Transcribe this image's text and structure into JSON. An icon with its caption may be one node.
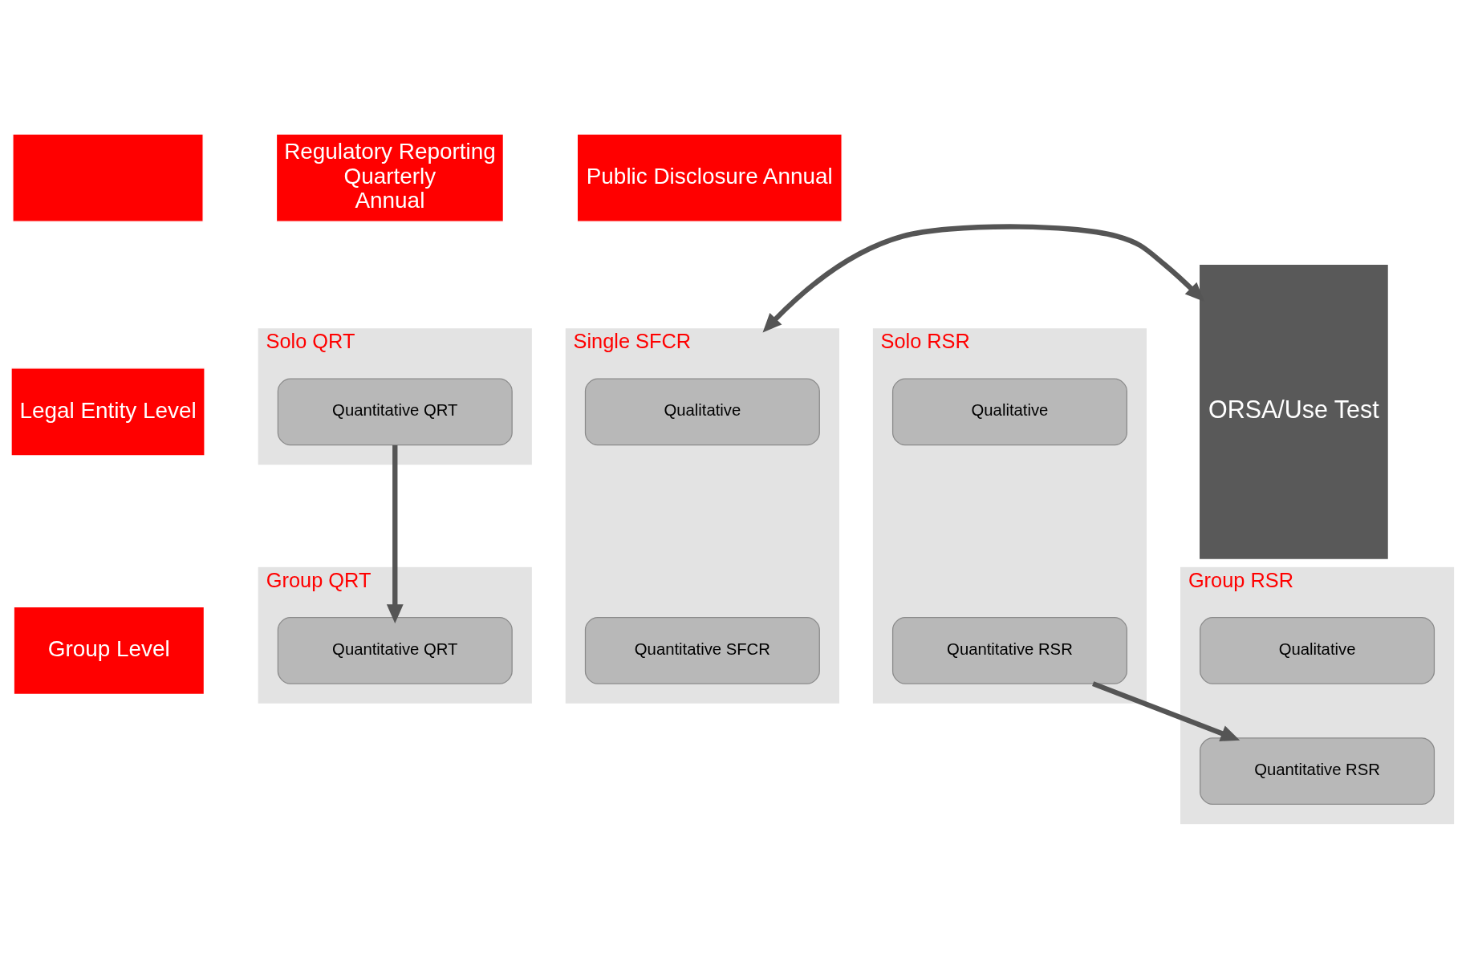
{
  "diagram": {
    "nodes": [
      {
        "text": [],
        "shape": "box"
      },
      {
        "text": [
          "Regulatory Reporting",
          "Quarterly",
          "Annual"
        ]
      },
      {
        "text": [
          "Public Disclosure Annual"
        ]
      },
      {
        "text": [
          "Legal Entity Level"
        ]
      },
      {
        "text": [
          "Solo QRT"
        ]
      },
      {
        "text": [
          "Quantitative QRT"
        ],
        "in": 4
      },
      {
        "text": [
          "Solo RSR"
        ]
      },
      {
        "text": [
          "Qualitative"
        ],
        "in": 6
      },
      {
        "text": [
          "Quantitative RSR"
        ],
        "in": 6
      },
      {
        "text": [
          "Single SFCR"
        ]
      },
      {
        "text": [
          "Qualitative"
        ],
        "in": 9
      },
      {
        "text": [
          "Quantitative SFCR"
        ],
        "in": 9
      },
      {
        "text": [
          "ORSA/Use Test"
        ]
      },
      {
        "text": [
          "Group Level"
        ]
      },
      {
        "text": [
          "Group QRT"
        ]
      },
      {
        "text": [
          "Quantitative QRT"
        ],
        "in": 14
      },
      {
        "text": [
          "Group RSR"
        ]
      },
      {
        "text": [
          "Qualitative"
        ],
        "in": 16
      },
      {
        "text": [
          "Quantitative RSR"
        ],
        "in": 16
      }
    ],
    "edges": [
      {
        "from": 5,
        "to": 15,
        "arrow": "to"
      },
      {
        "from": 8,
        "to": 18,
        "arrow": "to"
      },
      {
        "from": 9,
        "to": 12,
        "arrow": "both"
      }
    ]
  }
}
